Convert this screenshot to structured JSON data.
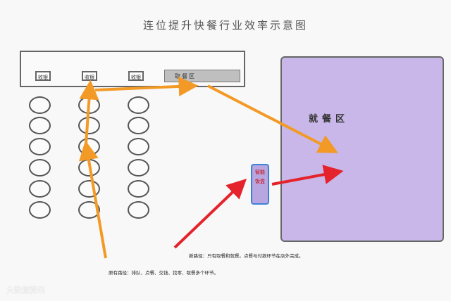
{
  "title": "连位提升快餐行业效率示意图",
  "counter": {
    "cashier_labels": [
      "收银",
      "收银",
      "收银"
    ],
    "pickup_label": "取餐区"
  },
  "dining_area": {
    "label": "就餐区",
    "color": "#c8b7e8"
  },
  "smart_box": {
    "label": "智能\n饭盒"
  },
  "notes": {
    "new_path": "新路径：只有取餐和就餐。点餐与付款环节在店外完成。",
    "old_path": "原有路径：排队、点餐、交钱、找零、取餐多个环节。"
  },
  "watermark": "大数据资讯",
  "colors": {
    "old_path_arrow": "#f39a26",
    "new_path_arrow": "#e4232c",
    "border": "#666666"
  }
}
